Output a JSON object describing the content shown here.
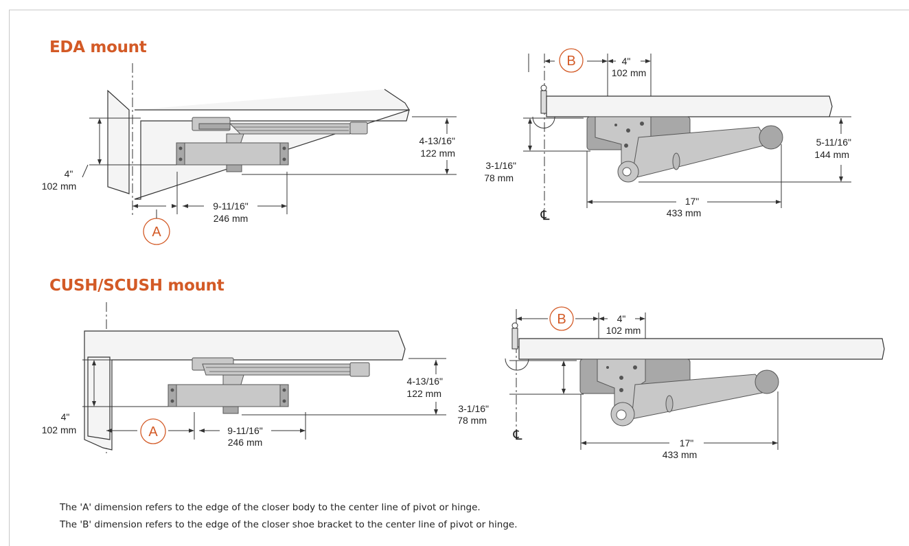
{
  "sections": [
    {
      "title": "EDA mount",
      "left_labels": {
        "height_in": "4\"",
        "height_mm": "102 mm",
        "dim_a": "A",
        "width_in": "9-11/16\"",
        "width_mm": "246 mm",
        "right_in": "4-13/16\"",
        "right_mm": "122 mm"
      },
      "right_labels": {
        "dim_b": "B",
        "top_in": "4\"",
        "top_mm": "102 mm",
        "left_in": "3-1/16\"",
        "left_mm": "78 mm",
        "right_in": "5-11/16\"",
        "right_mm": "144 mm",
        "bottom_in": "17\"",
        "bottom_mm": "433 mm",
        "centerline": "℄"
      }
    },
    {
      "title": "CUSH/SCUSH mount",
      "left_labels": {
        "height_in": "4\"",
        "height_mm": "102 mm",
        "dim_a": "A",
        "width_in": "9-11/16\"",
        "width_mm": "246 mm",
        "right_in": "4-13/16\"",
        "right_mm": "122 mm"
      },
      "right_labels": {
        "dim_b": "B",
        "top_in": "4\"",
        "top_mm": "102 mm",
        "left_in": "3-1/16\"",
        "left_mm": "78 mm",
        "bottom_in": "17\"",
        "bottom_mm": "433 mm",
        "centerline": "℄"
      }
    }
  ],
  "notes": [
    "The 'A' dimension refers to the edge of the closer body to the center line of pivot or hinge.",
    "The 'B' dimension refers to the edge of the closer shoe bracket to the center line of pivot or hinge."
  ],
  "colors": {
    "accent": "#d35a26",
    "text": "#222222",
    "metal": "#c8c8c8"
  }
}
